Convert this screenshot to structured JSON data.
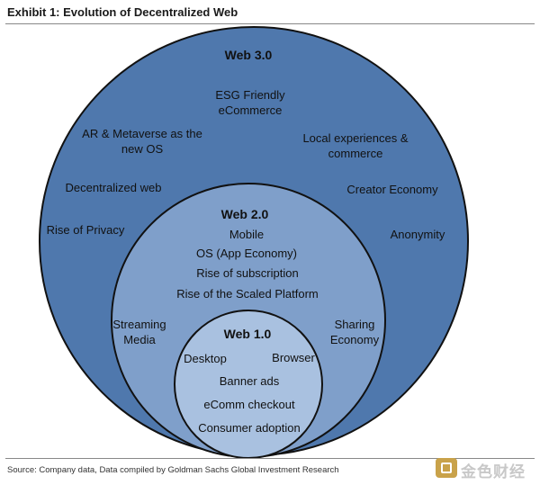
{
  "title": "Exhibit 1: Evolution of Decentralized Web",
  "source": "Source: Company data, Data compiled by Goldman Sachs Global Investment Research",
  "watermark": "金色财经",
  "colors": {
    "outer": "#4f78ad",
    "middle": "#7f9fca",
    "inner": "#a9c1e0",
    "stroke": "#111111"
  },
  "web3": {
    "heading": "Web 3.0",
    "items": {
      "esg_1": "ESG Friendly",
      "esg_2": "eCommerce",
      "ar_1": "AR & Metaverse as the",
      "ar_2": "new OS",
      "local_1": "Local experiences &",
      "local_2": "commerce",
      "decentralized": "Decentralized web",
      "creator": "Creator Economy",
      "privacy": "Rise of Privacy",
      "anonymity": "Anonymity"
    }
  },
  "web2": {
    "heading": "Web 2.0",
    "items": {
      "mobile": "Mobile",
      "os": "OS (App Economy)",
      "subscription": "Rise of subscription",
      "scaled": "Rise of the Scaled Platform",
      "streaming_1": "Streaming",
      "streaming_2": "Media",
      "sharing_1": "Sharing",
      "sharing_2": "Economy"
    }
  },
  "web1": {
    "heading": "Web 1.0",
    "items": {
      "desktop": "Desktop",
      "browser": "Browser",
      "banner": "Banner ads",
      "ecomm": "eComm checkout",
      "consumer": "Consumer adoption"
    }
  }
}
